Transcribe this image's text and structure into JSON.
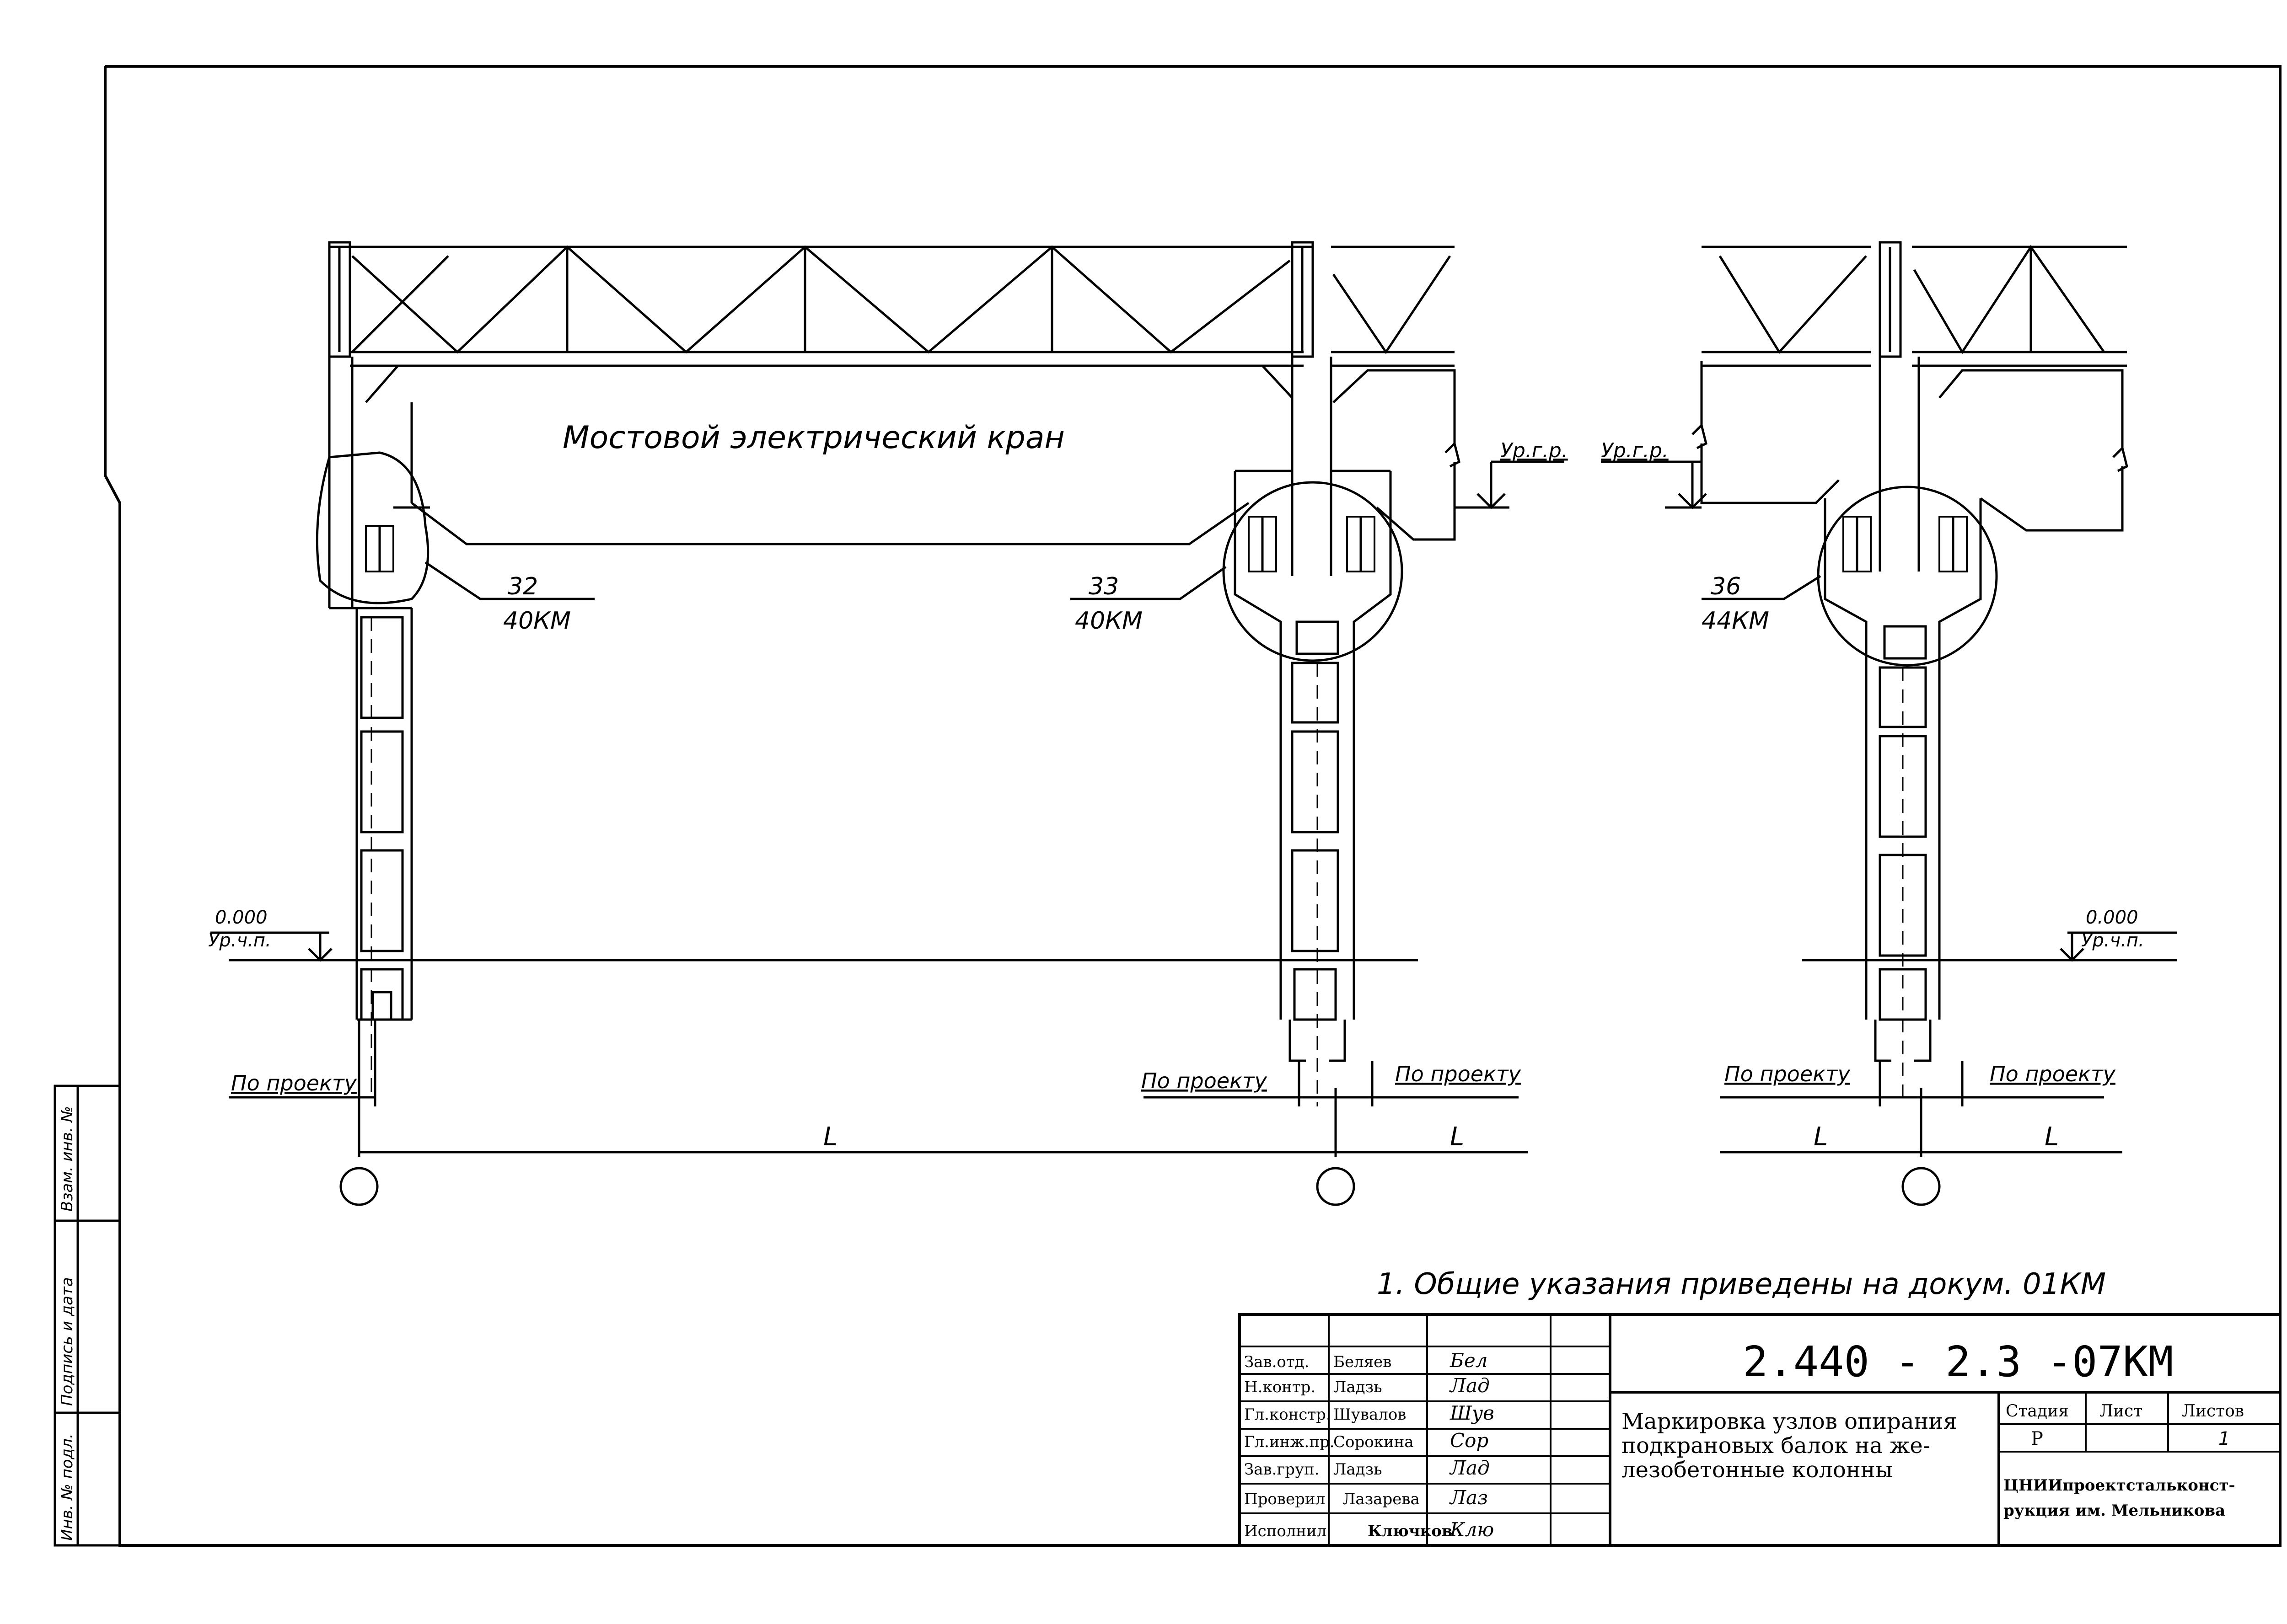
{
  "drawing": {
    "crane_label": "Мостовой электрический кран",
    "node_32": {
      "top": "32",
      "bottom": "40КМ"
    },
    "node_33": {
      "top": "33",
      "bottom": "40КМ"
    },
    "node_36": {
      "top": "36",
      "bottom": "44КМ"
    },
    "level_rail_1": "Ур.г.р.",
    "level_rail_2": "Ур.г.р.",
    "level_zero_left": {
      "value": "0.000",
      "label": "Ур.ч.п."
    },
    "level_zero_right": {
      "value": "0.000",
      "label": "Ур.ч.п."
    },
    "by_project": [
      "По проекту",
      "По проекту",
      "По проекту",
      "По проекту",
      "По проекту"
    ],
    "span_labels": [
      "L",
      "L",
      "L",
      "L"
    ],
    "note": "1. Общие указания приведены на докум. 01КМ"
  },
  "side_stamp": {
    "cells": [
      "Взам. инв. №",
      "Подпись и дата",
      "Инв. № подл."
    ]
  },
  "title_block": {
    "doc_number": "2.440 - 2.3 -07КМ",
    "title": [
      "Маркировка узлов опирания",
      "подкрановых балок на же-",
      "лезобетонные колонны"
    ],
    "roles": [
      {
        "role": "Зав.отд.",
        "name": "Беляев",
        "signature": "Бел"
      },
      {
        "role": "Н.контр.",
        "name": "Ладзь",
        "signature": "Лад"
      },
      {
        "role": "Гл.констр.",
        "name": "Шувалов",
        "signature": "Шув"
      },
      {
        "role": "Гл.инж.пр.",
        "name": "Сорокина",
        "signature": "Сор"
      },
      {
        "role": "Зав.груп.",
        "name": "Ладзь",
        "signature": "Лад"
      },
      {
        "role": "Проверил",
        "name": "Лазарева",
        "signature": "Лаз"
      },
      {
        "role": "Исполнил",
        "name": "Ключков",
        "signature": "Клю"
      }
    ],
    "stage_header": "Стадия",
    "sheet_header": "Лист",
    "sheets_header": "Листов",
    "stage_value": "Р",
    "sheet_value": "",
    "sheets_value": "1",
    "org": [
      "ЦНИИпроектстальконст-",
      "рукция им. Мельникова"
    ]
  }
}
